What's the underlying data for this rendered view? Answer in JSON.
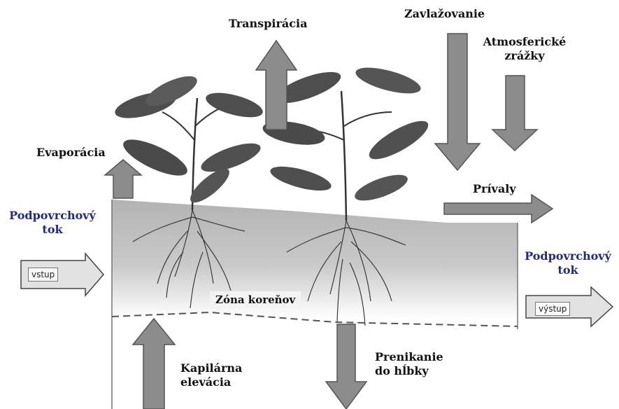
{
  "labels": {
    "transpiration": "Transpirácia",
    "irrigation": "Zavlažovanie",
    "precipitation_line1": "Atmosferické",
    "precipitation_line2": "zrážky",
    "evaporation": "Evaporácia",
    "runoff": "Prívaly",
    "subsurface_in_line1": "Podpovrchový",
    "subsurface_in_line2": "tok",
    "subsurface_out_line1": "Podpovrchový",
    "subsurface_out_line2": "tok",
    "input_box": "vstup",
    "output_box": "výstup",
    "root_zone": "Zóna koreňov",
    "capillary_line1": "Kapilárna",
    "capillary_line2": "elevácia",
    "percolation_line1": "Prenikanie",
    "percolation_line2": "do hĺbky"
  },
  "colors": {
    "arrow_fill": "#8c8c8c",
    "arrow_stroke": "#555555",
    "soil_top": "#b5b5b5",
    "soil_bottom": "#ffffff",
    "leaf": "#4e4e4e",
    "subsurface_text": "#1f2a8a"
  }
}
